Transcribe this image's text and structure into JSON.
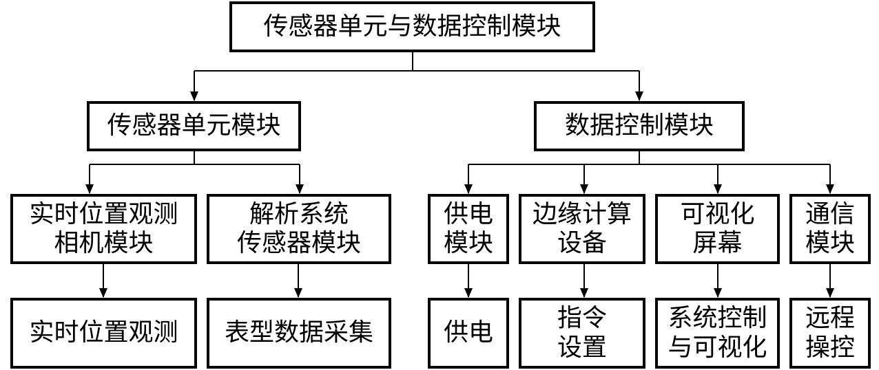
{
  "diagram": {
    "root": "传感器单元与数据控制模块",
    "level1": {
      "left": "传感器单元模块",
      "right": "数据控制模块"
    },
    "level2": {
      "camera": "实时位置观测\n相机模块",
      "sensor": "解析系统\n传感器模块",
      "power": "供电\n模块",
      "edge": "边缘计算\n设备",
      "visual": "可视化\n屏幕",
      "comm": "通信\n模块"
    },
    "level3": {
      "camera": "实时位置观测",
      "sensor": "表型数据采集",
      "power": "供电",
      "edge": "指令\n设置",
      "visual": "系统控制\n与可视化",
      "comm": "远程\n操控"
    }
  }
}
